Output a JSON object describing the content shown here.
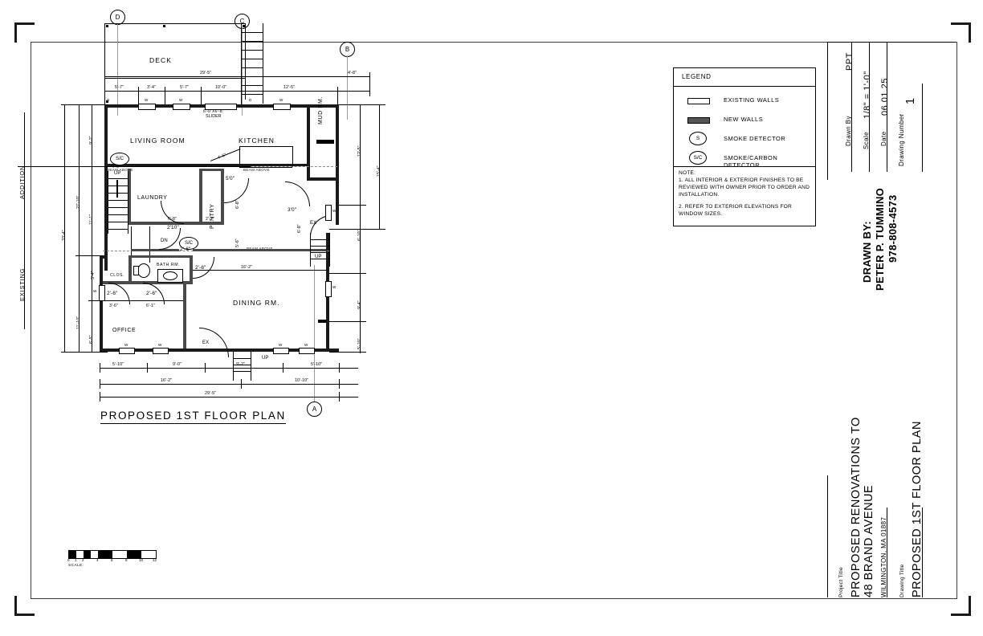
{
  "sheet": {
    "plan_title": "PROPOSED 1ST FLOOR PLAN",
    "scale_word": "SCALE:",
    "scale_ticks": [
      "0",
      "1",
      "2",
      "4",
      "6",
      "8",
      "10",
      "12"
    ]
  },
  "legend": {
    "title": "LEGEND",
    "rows": [
      {
        "symbol": "existing-wall-swatch",
        "label": "EXISTING  WALLS"
      },
      {
        "symbol": "new-wall-swatch",
        "label": "NEW  WALLS"
      },
      {
        "symbol": "S",
        "label": "SMOKE  DETECTOR"
      },
      {
        "symbol": "S/C",
        "label": "SMOKE/CARBON  DETECTOR"
      }
    ],
    "note_heading": "NOTE:",
    "note_1": "1. ALL INTERIOR & EXTERIOR FINISHES TO BE REVIEWED WITH OWNER PRIOR TO ORDER AND INSTALLATION.",
    "note_2": "2. REFER TO EXTERIOR ELEVATIONS FOR WINDOW SIZES."
  },
  "title_block": {
    "drawn_by_heading": "DRAWN BY:",
    "drawn_by_name": "PETER P. TUMMINO",
    "drawn_by_phone": "978-808-4573",
    "drawn_by_label": "Drawn By",
    "drawn_by_value": "PPT",
    "scale_label": "Scale",
    "scale_value": "1/8\" = 1'-0\"",
    "date_label": "Date",
    "date_value": "06.01.25",
    "drawing_number_label": "Drawing Number",
    "drawing_number_value": "1",
    "project_title_label": "Project Title",
    "project_title_line1": "PROPOSED  RENOVATIONS  TO",
    "project_title_line2": "48  BRAND  AVENUE",
    "project_city": "WILMINGTON, MA  01887",
    "drawing_title_label": "Drawing Title",
    "drawing_title_value": "PROPOSED  1ST  FLOOR  PLAN"
  },
  "plan": {
    "grid_bubbles": [
      {
        "id": "D"
      },
      {
        "id": "C"
      },
      {
        "id": "B"
      },
      {
        "id": "A"
      }
    ],
    "rooms": [
      {
        "name": "DECK"
      },
      {
        "name": "LIVING  ROOM"
      },
      {
        "name": "KITCHEN"
      },
      {
        "name": "MUD  RM."
      },
      {
        "name": "LAUNDRY"
      },
      {
        "name": "PANTRY"
      },
      {
        "name": "BATH  RM."
      },
      {
        "name": "CLOS."
      },
      {
        "name": "DINING  RM."
      },
      {
        "name": "OFFICE"
      }
    ],
    "annotations": {
      "addition": "ADDITION",
      "existing": "EXISTING",
      "beam_above": "BEAM  ABOVE",
      "up": "UP",
      "dn": "DN",
      "ex": "EX",
      "slider_line1": "6'-0\"X6'-8\"",
      "slider_line2": "SLIDER",
      "window_tag": "W",
      "door_tag": "D"
    },
    "smoke_detectors": [
      "S/C",
      "S/C"
    ],
    "dimensions": {
      "top_outer": [
        "29'-5\"",
        "4'-8\""
      ],
      "top_inner": [
        "5'-7\"",
        "3'-4\"",
        "5'-7\"",
        "10'-0\"",
        "12'-5\""
      ],
      "left_outer": [
        "33'-4\""
      ],
      "left_mid": [
        "27'-10\"",
        "11'-10\""
      ],
      "left_inner": [
        "9'-2\"",
        "11'-1\"",
        "3'-4\"",
        "6'-5\""
      ],
      "right_outer": [
        "15'-4\""
      ],
      "right_inner": [
        "12'-5\"",
        "6'-10\"",
        "9'-4\"",
        "5'-10\""
      ],
      "bottom_outer": [
        "29'-5\""
      ],
      "bottom_mid": [
        "16'-2\"",
        "10'-10\""
      ],
      "bottom_inner": [
        "5'-10\"",
        "9'-0\"",
        "9'-2\"",
        "5'-10\""
      ],
      "interior": [
        "4'-0\"",
        "4'-5\"",
        "5'0\"",
        "6'-8\"",
        "6'-8\"",
        "2'-7\"",
        "2'10\"",
        "2'-6\"",
        "2'-6\"",
        "2'-6\"",
        "2'-6\"",
        "3'-6\"",
        "6'-1\"",
        "16'-2\"",
        "3'0\"",
        "6'-8\"",
        "5'-6\"",
        "9'-2\""
      ]
    }
  }
}
